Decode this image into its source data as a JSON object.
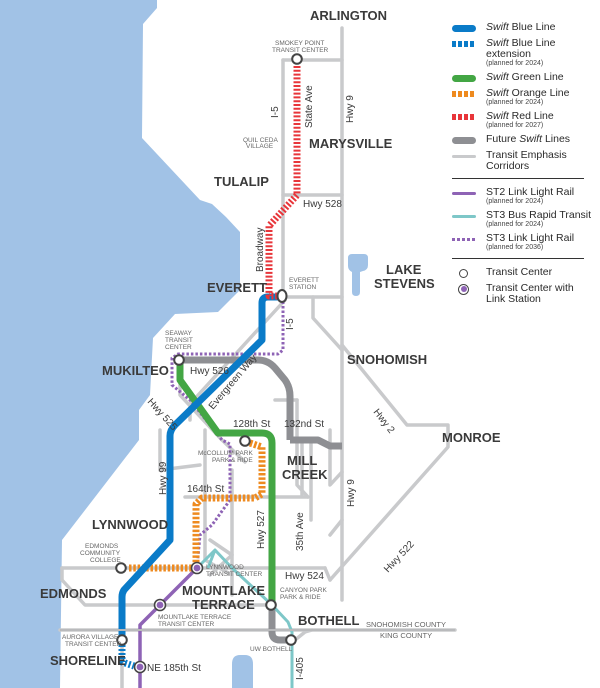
{
  "colors": {
    "water": "#a1c2e6",
    "blue_line": "#0a7bc8",
    "green_line": "#43a644",
    "orange_line": "#ee8a1f",
    "red_line": "#e8353a",
    "future_swift": "#8e8f93",
    "corridor": "#c9cacc",
    "st2": "#8e63b5",
    "st3_brt": "#7ec7c8",
    "st3_lrt": "#8e63b5",
    "text": "#3a3a3a"
  },
  "cities": {
    "arlington": "ARLINGTON",
    "marysville": "MARYSVILLE",
    "tulalip": "TULALIP",
    "everett": "EVERETT",
    "lake_stevens_1": "LAKE",
    "lake_stevens_2": "STEVENS",
    "mukilteo": "MUKILTEO",
    "snohomish": "SNOHOMISH",
    "monroe": "MONROE",
    "mill_creek_1": "MILL",
    "mill_creek_2": "CREEK",
    "lynnwood": "LYNNWOOD",
    "edmonds": "EDMONDS",
    "mountlake_1": "MOUNTLAKE",
    "mountlake_2": "TERRACE",
    "bothell": "BOTHELL",
    "shoreline": "SHORELINE"
  },
  "roads": {
    "i5_north": "I-5",
    "state_ave": "State Ave",
    "hwy9_north": "Hwy 9",
    "hwy528": "Hwy 528",
    "broadway": "Broadway",
    "i5_everett": "I-5",
    "hwy526": "Hwy 526",
    "evergreen_way": "Evergreen Way",
    "hwy525": "Hwy 525",
    "st128": "128th St",
    "st132": "132nd St",
    "hwy2": "Hwy 2",
    "hwy99": "Hwy 99",
    "st164": "164th St",
    "hwy527": "Hwy 527",
    "ave35": "35th Ave",
    "hwy9_south": "Hwy 9",
    "hwy522": "Hwy 522",
    "hwy524": "Hwy 524",
    "i405": "I-405",
    "ne185": "NE 185th St"
  },
  "stops": {
    "smokey_point_1": "SMOKEY POINT",
    "smokey_point_2": "TRANSIT CENTER",
    "quil_ceda_1": "QUIL CEDA",
    "quil_ceda_2": "VILLAGE",
    "everett_station_1": "EVERETT",
    "everett_station_2": "STATION",
    "seaway_1": "SEAWAY",
    "seaway_2": "TRANSIT",
    "seaway_3": "CENTER",
    "mccollum_1": "McCOLLUM PARK",
    "mccollum_2": "PARK & RIDE",
    "edmonds_cc_1": "EDMONDS",
    "edmonds_cc_2": "COMMUNITY",
    "edmonds_cc_3": "COLLEGE",
    "lynnwood_tc_1": "LYNNWOOD",
    "lynnwood_tc_2": "TRANSIT CENTER",
    "mountlake_tc_1": "MOUNTLAKE TERRACE",
    "mountlake_tc_2": "TRANSIT CENTER",
    "canyon_park_1": "CANYON PARK",
    "canyon_park_2": "PARK & RIDE",
    "aurora_1": "AURORA VILLAGE",
    "aurora_2": "TRANSIT CENTER",
    "uw_bothell": "UW BOTHELL"
  },
  "county": {
    "north": "SNOHOMISH COUNTY",
    "south": "KING COUNTY"
  },
  "legend": {
    "items": [
      {
        "italic": "Swift",
        "label": " Blue Line",
        "sub": ""
      },
      {
        "italic": "Swift",
        "label": " Blue Line extension",
        "sub": "(planned for 2024)"
      },
      {
        "italic": "Swift",
        "label": " Green Line",
        "sub": ""
      },
      {
        "italic": "Swift",
        "label": " Orange Line",
        "sub": "(planned for 2024)"
      },
      {
        "italic": "Swift",
        "label": " Red Line",
        "sub": "(planned for 2027)"
      },
      {
        "prefix": "Future ",
        "italic": "Swift",
        "label": " Lines",
        "sub": ""
      },
      {
        "label": "Transit Emphasis Corridors",
        "sub": ""
      },
      {
        "label": "ST2 Link Light Rail",
        "sub": "(planned for 2024)"
      },
      {
        "label": "ST3 Bus Rapid Transit",
        "sub": "(planned for 2024)"
      },
      {
        "label": "ST3 Link Light Rail",
        "sub": "(planned for 2036)"
      },
      {
        "label": "Transit Center",
        "sub": ""
      },
      {
        "label": "Transit Center with Link Station",
        "sub": ""
      }
    ]
  }
}
